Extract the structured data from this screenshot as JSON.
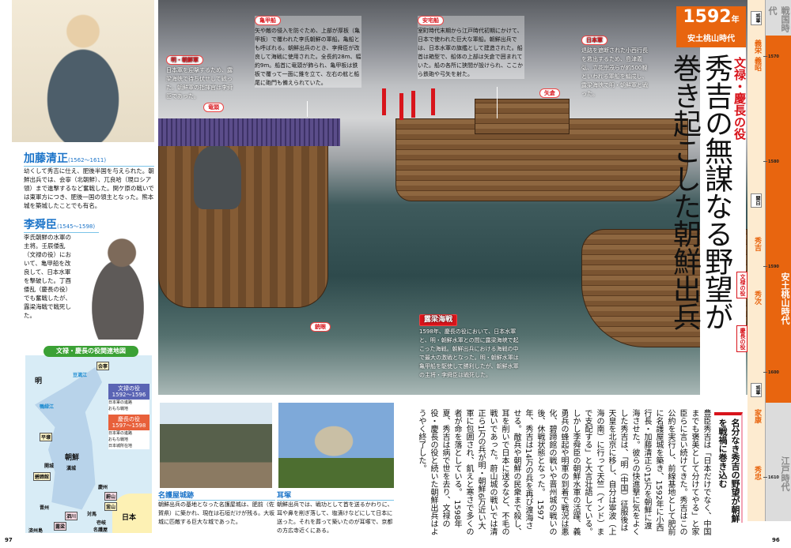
{
  "header": {
    "year": "1592",
    "year_suffix": "年",
    "era": "安土桃山時代",
    "subtitle": "文禄・慶長の役",
    "title_line1": "秀吉の無謀なる野望が",
    "title_line2": "巻き起こした朝鮮出兵"
  },
  "profiles": [
    {
      "name": "加藤清正",
      "years": "(1562〜1611)",
      "text": "幼くして秀吉に仕え、肥後半国を与えられた。朝鮮出兵では、会寧（北朝鮮）、兀良哈（現ロシア領）まで進撃するなど奮戦した。関ケ原の戦いでは東軍方につき、肥後一国の領主となった。熊本城を築城したことでも有名。"
    },
    {
      "name": "李舜臣",
      "years": "(1545〜1598)",
      "text": "李氏朝鮮の水軍の主将。壬辰倭乱（文禄の役）において、亀甲船を改良して、日本水軍を撃破した。丁酉倭乱（慶長の役）でも奮戦したが、露梁海戦で戦死した。"
    }
  ],
  "callouts": {
    "ming": {
      "label": "明・朝鮮軍",
      "text": "日本軍を迎撃するため、露梁海峡で待ち伏せして戦った。朝鮮軍の指揮官は李舜臣であった。"
    },
    "turtle": {
      "label": "亀甲船",
      "text": "矢や敵の侵入を防ぐため、上部が厚板（亀甲板）で覆われた李氏朝鮮の軍船。亀船とも呼ばれる。朝鮮出兵のとき、李舜臣が改良して海戦に使用された。全長約28m、幅約9m。船首に竜頭が飾られ、亀甲板は鉄板で覆って一面に錐を立て、左右の舷と船尾に砲門も備えられていた。"
    },
    "dragon": {
      "label": "竜頭"
    },
    "atake": {
      "label": "安宅船",
      "text": "室町時代末期から江戸時代初期にかけて、日本で使われた巨大な軍船。朝鮮出兵では、日本水軍の旗艦として建造された。船首は箱型で、船体の上部は矢倉で囲まれていた。船の各所に狭間が設けられ、ここから鉄砲や弓矢を射た。"
    },
    "japan": {
      "label": "日本軍",
      "text": "退路を遮断された小西行長を救出するため、島津義弘、立花宗茂らが約500艘といわれる軍船を編成し、露梁海峡で明・朝鮮軍と戦った。"
    },
    "yagura": {
      "label": "矢倉"
    },
    "gun": {
      "label": "銃眼"
    },
    "noryang": {
      "label": "露梁海戦",
      "text": "1598年、慶長の役において、日本水軍と、明・朝鮮水軍との間に露梁海峡で起こった海戦。朝鮮出兵における海戦の中で最大の激戦となった。明・朝鮮水軍は亀甲船を駆使して勝利したが、朝鮮水軍の主将・李舜臣は戦死した。"
    }
  },
  "map": {
    "title": "文禄・慶長の役関連地図",
    "legend": [
      {
        "title": "文禄の役",
        "years": "1592〜1596",
        "route": "日本軍の進路",
        "battle": "おもな戦地",
        "color": "#5a64b4"
      },
      {
        "title": "慶長の役",
        "years": "1597〜1598",
        "route": "日本軍の進路",
        "battle": "おもな戦地",
        "castle": "日本城所在地",
        "color": "#e8603a"
      }
    ],
    "places": {
      "ming": "明",
      "joseon": "朝鮮",
      "japan": "日本",
      "hoeryong": "会寧",
      "pyongyang": "平壌",
      "kaesong": "開城",
      "hanseong": "漢城",
      "byeokje": "碧蹄館",
      "gyeongju": "慶州",
      "ulsan": "蔚山",
      "busan": "釜山",
      "tsushima": "対馬",
      "jinju": "晋州",
      "sacheon": "泗川",
      "noryang": "露梁",
      "iki": "壱岐",
      "nagoya": "名護屋",
      "jeju": "済州島",
      "tumen": "豆満江",
      "yalu": "鴨緑江"
    }
  },
  "photos": [
    {
      "title": "名護屋城跡",
      "caption": "朝鮮出兵の基地となった名護屋城は、肥前（佐賀県）に築かれ、現在は石垣だけが残る。大坂城に匹敵する巨大な城であった。"
    },
    {
      "title": "耳塚",
      "caption": "朝鮮出兵では、戦功として首を送るかわりに、耳や鼻を削ぎ落して、塩漬けなどにして日本に送った。それを葬って築いたのが耳塚で、京都の方広寺近くにある。"
    }
  ],
  "article": {
    "heading": "名分なき秀吉の野望が朝鮮を戦禍に巻き込む",
    "body": "豊臣秀吉は「日本だけでなく、中国までも褒美として分けてやる」と家臣らに言い続けてきた。秀吉はこの公約を実行し、前線基地として肥前に名護屋城を築き、1592年に小西行長・加藤清正ら15万を朝鮮に渡海させた。彼らの快進撃に気をよくした秀吉は、「明（中国）征服後は天皇を北京に移し、自分は寧波（上海の南）に行って天竺（インド）まで支配する」と大言壮語している。　しかし李舜臣の朝鮮水軍の活躍、義勇兵の蜂起や明軍の到着で戦況は悪化、碧蹄館の戦いや晋州城の戦いの後、休戦状態となった。　1597年、秀吉は14万の兵を再び渡海させる。敵兵や朝鮮の民衆まで殺し、耳を削いで日本に送るなど、不毛の戦いであった。蔚山城の戦いでは清正ら1万の兵が明・朝鮮6万近い大軍に包囲され、飢えと寒さで多くの者が命を落としている。　1598年夏、秀吉は病で世を去り、文禄の役・慶長の役と続いた朝鮮出兵はようやく終了した。"
  },
  "timeline": {
    "eras": [
      "戦国時代",
      "安土桃山時代",
      "江戸時代"
    ],
    "ticks": [
      "1570",
      "1580",
      "1590",
      "1600",
      "1610"
    ],
    "roles": [
      "将軍",
      "関白",
      "将軍"
    ],
    "rulers": [
      "義栄",
      "義昭",
      "秀吉",
      "秀次",
      "家康",
      "秀忠"
    ],
    "wars": [
      "文禄の役",
      "慶長の役"
    ],
    "colors": {
      "azuchi": "#e8650f",
      "other": "#dcdcdc",
      "strip": "#fdebd0"
    }
  },
  "pages": {
    "left": "97",
    "right": "96"
  }
}
